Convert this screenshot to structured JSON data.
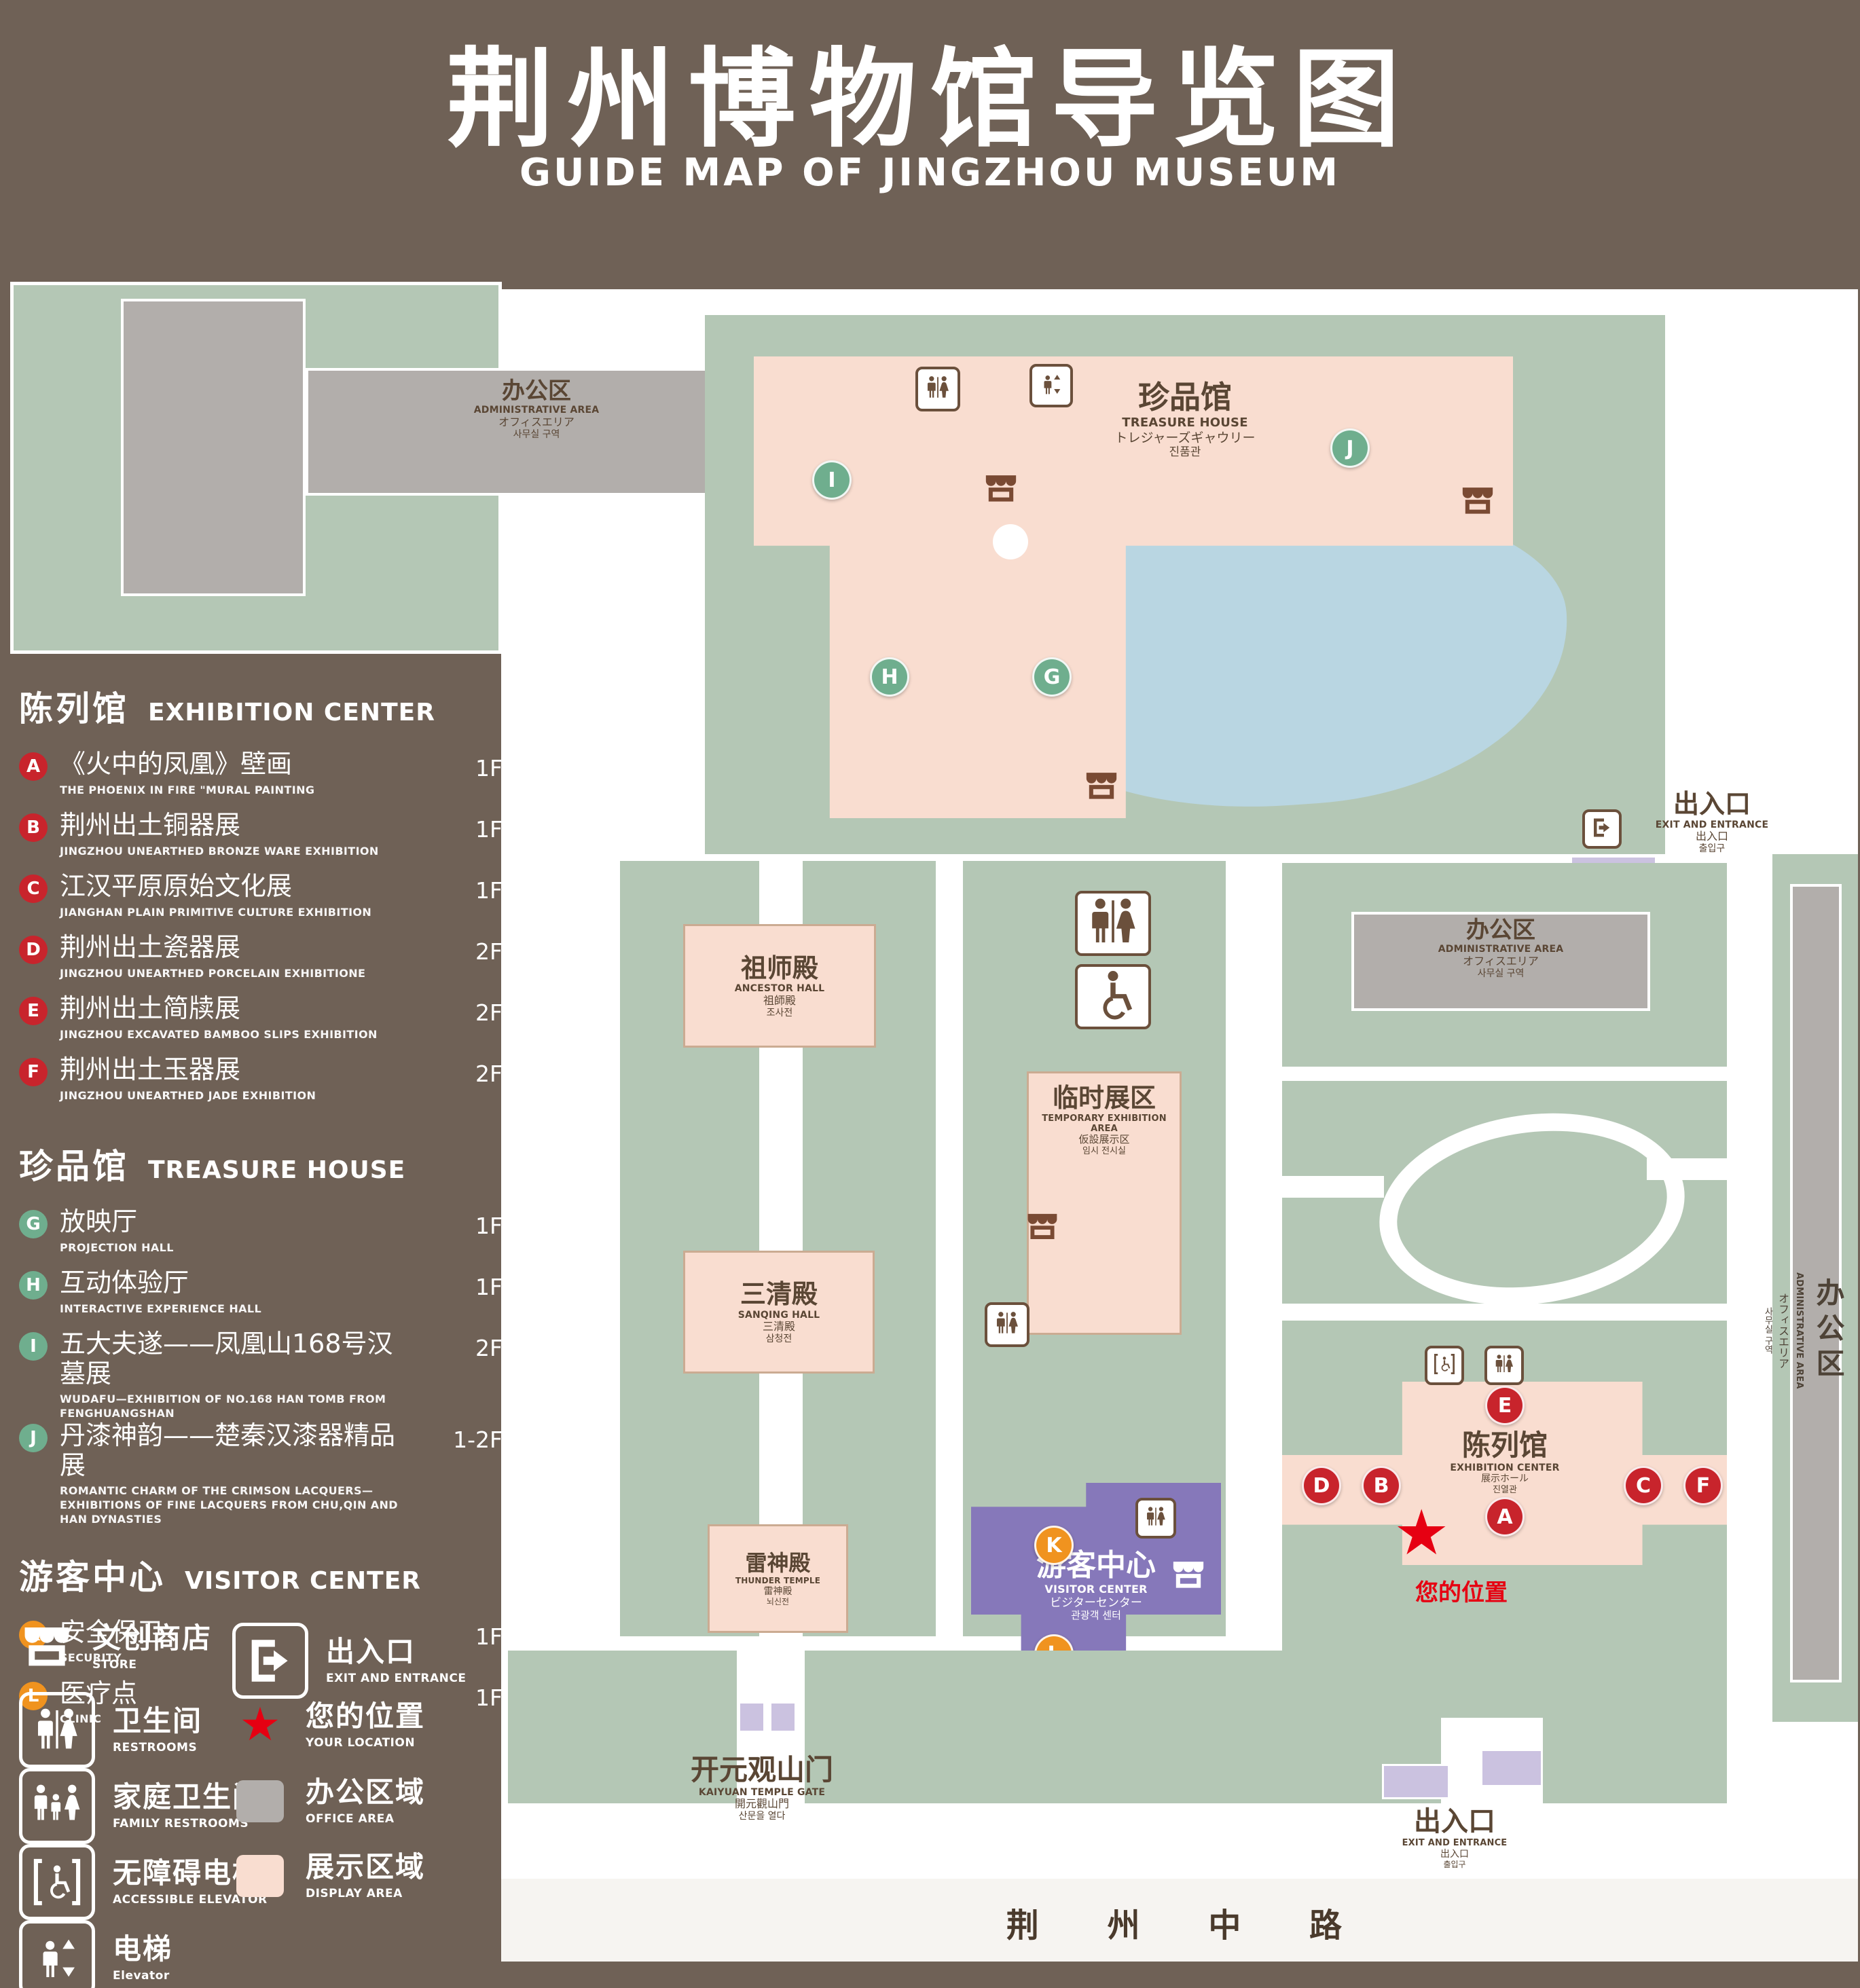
{
  "header": {
    "title_zh": "荆州博物馆导览图",
    "title_en": "GUIDE MAP OF JINGZHOU MUSEUM"
  },
  "colors": {
    "background_brown": "#6f6156",
    "grounds_green": "#b4c7b5",
    "display_area_pink": "#f9ddd0",
    "office_area_gray": "#b2aeab",
    "lake_blue": "#b9d6e2",
    "visitor_center_purple": "#8678ba",
    "gate_purple": "#cbc2e0",
    "marker_red": "#c8242c",
    "marker_green": "#6fae8e",
    "marker_orange": "#f0931f",
    "your_location_red": "#e60012"
  },
  "sidebar": {
    "sections": [
      {
        "title_zh": "陈列馆",
        "title_en": "EXHIBITION CENTER",
        "items": [
          {
            "letter": "A",
            "zh": "《火中的凤凰》壁画",
            "en": "THE PHOENIX IN FIRE \"MURAL PAINTING",
            "floor": "1F"
          },
          {
            "letter": "B",
            "zh": "荆州出土铜器展",
            "en": "JINGZHOU UNEARTHED BRONZE WARE EXHIBITION",
            "floor": "1F"
          },
          {
            "letter": "C",
            "zh": "江汉平原原始文化展",
            "en": "JIANGHAN PLAIN PRIMITIVE CULTURE EXHIBITION",
            "floor": "1F"
          },
          {
            "letter": "D",
            "zh": "荆州出土瓷器展",
            "en": "JINGZHOU UNEARTHED PORCELAIN EXHIBITIONE",
            "floor": "2F"
          },
          {
            "letter": "E",
            "zh": "荆州出土简牍展",
            "en": "JINGZHOU EXCAVATED BAMBOO SLIPS EXHIBITION",
            "floor": "2F"
          },
          {
            "letter": "F",
            "zh": "荆州出土玉器展",
            "en": "JINGZHOU UNEARTHED JADE EXHIBITION",
            "floor": "2F"
          }
        ]
      },
      {
        "title_zh": "珍品馆",
        "title_en": "TREASURE HOUSE",
        "items": [
          {
            "letter": "G",
            "zh": "放映厅",
            "en": "PROJECTION HALL",
            "floor": "1F"
          },
          {
            "letter": "H",
            "zh": "互动体验厅",
            "en": "INTERACTIVE EXPERIENCE HALL",
            "floor": "1F"
          },
          {
            "letter": "I",
            "zh": "五大夫遂——凤凰山168号汉墓展",
            "en": "WUDAFU—EXHIBITION OF NO.168 HAN TOMB FROM FENGHUANGSHAN",
            "floor": "2F"
          },
          {
            "letter": "J",
            "zh": "丹漆神韵——楚秦汉漆器精品展",
            "en": "ROMANTIC CHARM OF THE CRIMSON LACQUERS—EXHIBITIONS OF FINE LACQUERS FROM CHU,QIN AND HAN DYNASTIES",
            "floor": "1-2F"
          }
        ]
      },
      {
        "title_zh": "游客中心",
        "title_en": "VISITOR CENTER",
        "items": [
          {
            "letter": "K",
            "zh": "安全保卫",
            "en": "SECURITY",
            "floor": "1F"
          },
          {
            "letter": "L",
            "zh": "医疗点",
            "en": "CLINIC",
            "floor": "1F"
          }
        ]
      }
    ]
  },
  "legend": {
    "items": [
      {
        "icon": "store",
        "zh": "文创商店",
        "en": "STORE"
      },
      {
        "icon": "restroom",
        "zh": "卫生间",
        "en": "RESTROOMS"
      },
      {
        "icon": "family-restroom",
        "zh": "家庭卫生间",
        "en": "FAMILY RESTROOMS"
      },
      {
        "icon": "accessible-elevator",
        "zh": "无障碍电梯",
        "en": "ACCESSIBLE ELEVATOR"
      },
      {
        "icon": "elevator",
        "zh": "电梯",
        "en": "Elevator"
      },
      {
        "icon": "exit",
        "zh": "出入口",
        "en": "EXIT AND ENTRANCE"
      },
      {
        "icon": "star",
        "zh": "您的位置",
        "en": "YOUR LOCATION"
      },
      {
        "icon": "office-swatch",
        "zh": "办公区域",
        "en": "OFFICE AREA"
      },
      {
        "icon": "display-swatch",
        "zh": "展示区域",
        "en": "DISPLAY AREA"
      }
    ]
  },
  "map": {
    "buildings": {
      "admin": {
        "zh": "办公区",
        "en": "ADMINISTRATIVE AREA",
        "jp": "オフィスエリア",
        "kr": "사무실 구역"
      },
      "treasure": {
        "zh": "珍品馆",
        "en": "TREASURE HOUSE",
        "jp": "トレジャーズギャウリー",
        "kr": "진품관"
      },
      "ancestor": {
        "zh": "祖师殿",
        "en": "ANCESTOR HALL",
        "jp": "祖師殿",
        "kr": "조사전"
      },
      "temporary": {
        "zh": "临时展区",
        "en": "TEMPORARY EXHIBITION AREA",
        "jp": "仮設展示区",
        "kr": "임시 전시실"
      },
      "sanqing": {
        "zh": "三清殿",
        "en": "SANQING HALL",
        "jp": "三清殿",
        "kr": "삼청전"
      },
      "thunder": {
        "zh": "雷神殿",
        "en": "THUNDER TEMPLE",
        "jp": "雷神殿",
        "kr": "뇌신전"
      },
      "visitor": {
        "zh": "游客中心",
        "en": "VISITOR CENTER",
        "jp": "ビジターセンター",
        "kr": "관광객 센터"
      },
      "exhibition": {
        "zh": "陈列馆",
        "en": "EXHIBITION CENTER",
        "jp": "展示ホール",
        "kr": "진열관"
      },
      "gate": {
        "zh": "开元观山门",
        "en": "KAIYUAN TEMPLE GATE",
        "jp": "開元觀山門",
        "kr": "산문을 열다"
      },
      "exit": {
        "zh": "出入口",
        "en": "EXIT AND ENTRANCE",
        "jp": "出入口",
        "kr": "출입구"
      },
      "your_location": {
        "zh": "您的位置"
      },
      "road": {
        "zh": "荆 州 中 路"
      }
    },
    "markers": [
      "I",
      "J",
      "G",
      "H",
      "K",
      "L",
      "A",
      "B",
      "C",
      "D",
      "E",
      "F"
    ]
  }
}
